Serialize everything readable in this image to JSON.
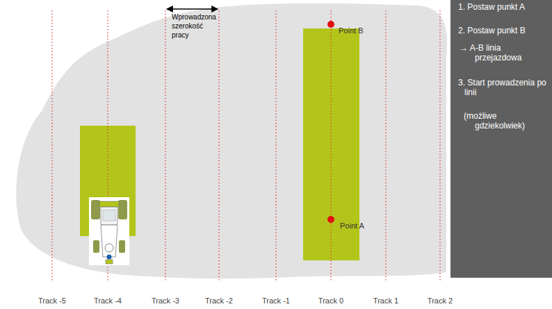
{
  "diagram": {
    "nodes": [
      {
        "text": [
          "1. Postaw punkt A",
          "2. Postaw punkt B",
          "→ A-B linia przejazdowa",
          "3. Start prowadzenia po linii",
          "(możliwe gdziekolwiek)"
        ]
      }
    ],
    "labels": [
      "Wprowadzona szerokość pracy",
      "Point B",
      "Point A",
      "Track -5",
      "Track -4",
      "Track -3",
      "Track -2",
      "Track -1",
      "Track 0",
      "Track 1",
      "Track 2"
    ]
  }
}
